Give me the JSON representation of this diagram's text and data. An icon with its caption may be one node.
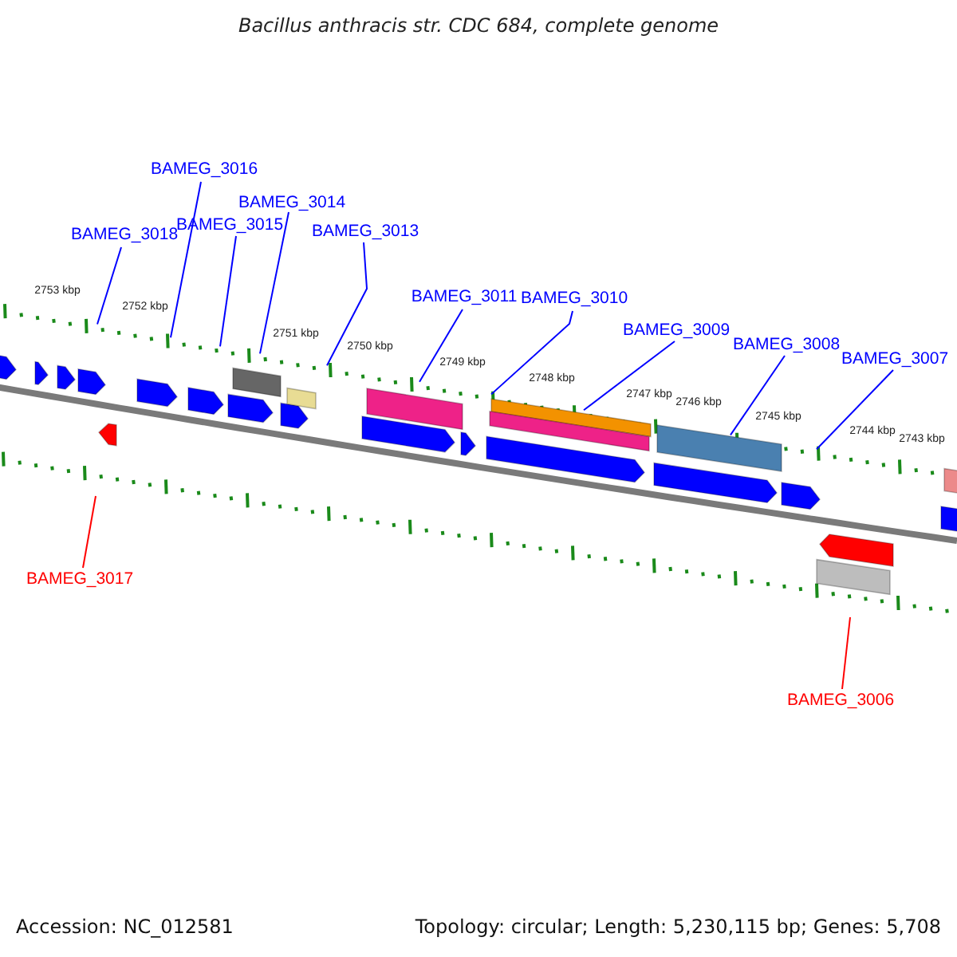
{
  "diagram": {
    "title": "Bacillus anthracis str. CDC 684, complete genome",
    "nodes": [
      {
        "text": [
          "BAMEG_3016"
        ]
      },
      {
        "text": [
          "BAMEG_3014"
        ]
      },
      {
        "text": [
          "BAMEG_3018"
        ]
      },
      {
        "text": [
          "BAMEG_3015"
        ]
      },
      {
        "text": [
          "BAMEG_3013"
        ]
      },
      {
        "text": [
          "BAMEG_3011"
        ]
      },
      {
        "text": [
          "BAMEG_3010"
        ]
      },
      {
        "text": [
          "BAMEG_3009"
        ]
      },
      {
        "text": [
          "BAMEG_3008"
        ]
      },
      {
        "text": [
          "BAMEG_3007"
        ]
      },
      {
        "text": [
          "BAMEG_3017"
        ]
      },
      {
        "text": [
          "BAMEG_3006"
        ]
      }
    ],
    "edges": [
      {
        "from": 0,
        "to": null,
        "arrow": "none"
      },
      {
        "from": 1,
        "to": null,
        "arrow": "none"
      },
      {
        "from": 2,
        "to": null,
        "arrow": "none"
      },
      {
        "from": 3,
        "to": null,
        "arrow": "none"
      },
      {
        "from": 4,
        "to": null,
        "arrow": "none"
      },
      {
        "from": 5,
        "to": null,
        "arrow": "none"
      },
      {
        "from": 6,
        "to": null,
        "arrow": "none"
      },
      {
        "from": 7,
        "to": null,
        "arrow": "none"
      },
      {
        "from": 8,
        "to": null,
        "arrow": "none"
      },
      {
        "from": 9,
        "to": null,
        "arrow": "none"
      },
      {
        "from": 10,
        "to": null,
        "arrow": "none",
        "color": "#ff0000"
      },
      {
        "from": 11,
        "to": null,
        "arrow": "none",
        "color": "#ff0000"
      }
    ],
    "labels": [
      "2753 kbp",
      "2752 kbp",
      "2751 kbp",
      "2750 kbp",
      "2749 kbp",
      "2748 kbp",
      "2747 kbp",
      "2746 kbp",
      "2745 kbp",
      "2744 kbp",
      "2743 kbp",
      "Accession: NC_012581",
      "Topology: circular; Length: 5,230,115 bp; Genes: 5,708"
    ]
  }
}
